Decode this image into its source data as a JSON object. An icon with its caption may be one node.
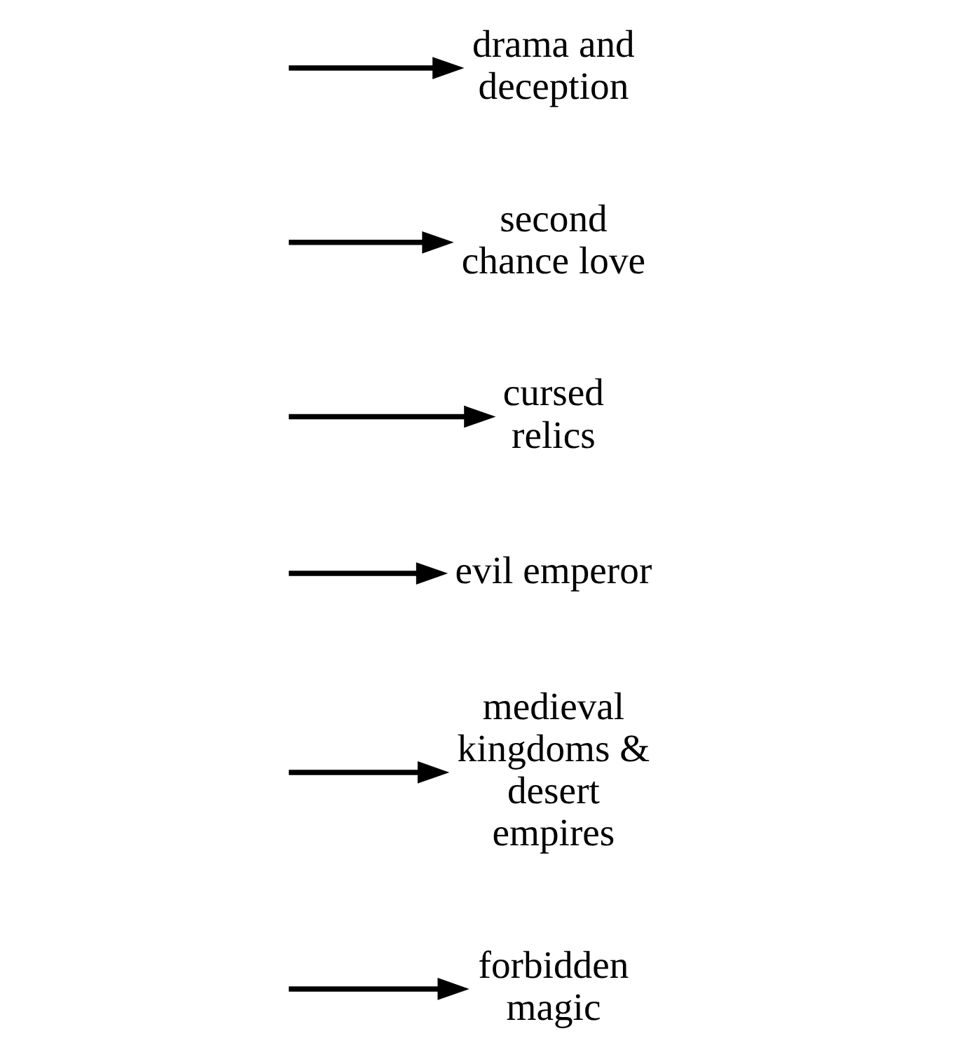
{
  "diagram": {
    "nodes": [
      {
        "text": [
          "forbidden magic"
        ]
      },
      {
        "text": [
          "medieval kingdoms & desert empires"
        ]
      },
      {
        "text": [
          "evil emperor"
        ]
      },
      {
        "text": [
          "cursed relics"
        ]
      },
      {
        "text": [
          "second chance love"
        ]
      },
      {
        "text": [
          "drama and deception"
        ]
      }
    ],
    "edges": [
      {
        "from": null,
        "to": 0,
        "arrow": "to"
      },
      {
        "from": null,
        "to": 1,
        "arrow": "to"
      },
      {
        "from": null,
        "to": 2,
        "arrow": "to"
      },
      {
        "from": null,
        "to": 3,
        "arrow": "to"
      },
      {
        "from": null,
        "to": 4,
        "arrow": "to"
      },
      {
        "from": null,
        "to": 5,
        "arrow": "to"
      }
    ]
  }
}
